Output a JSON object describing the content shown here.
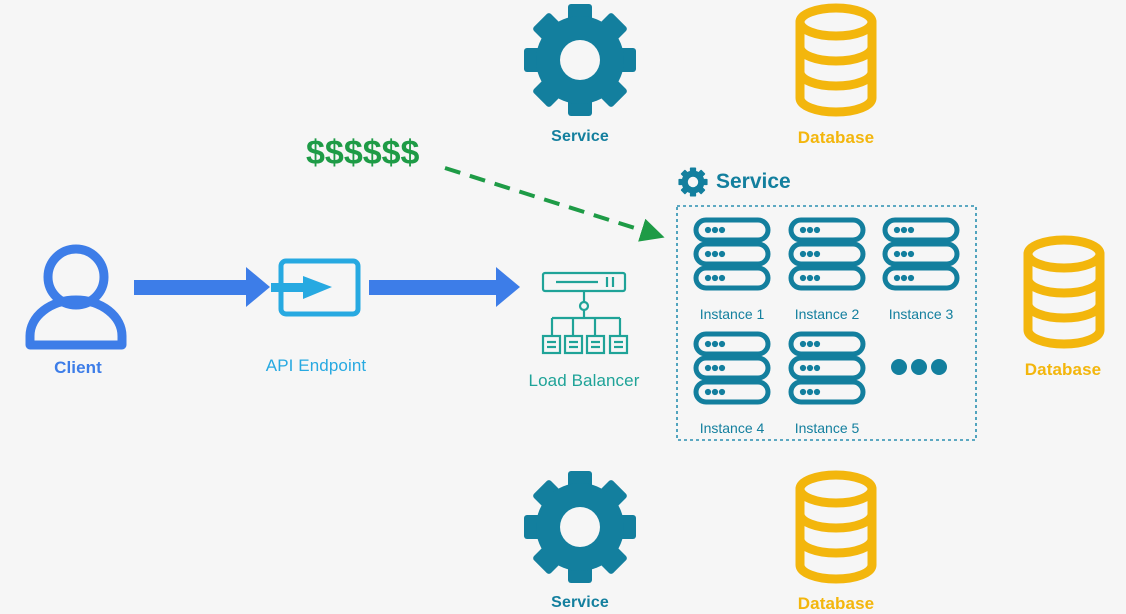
{
  "colors": {
    "background": "#f6f6f6",
    "client": "#3d7de8",
    "api": "#27a9e1",
    "flow_arrow": "#3d7de8",
    "load_balancer": "#1fa398",
    "service": "#137f9e",
    "database": "#f3b60d",
    "money": "#1e9b46"
  },
  "icons": {
    "client": "user-icon",
    "api": "api-endpoint-icon",
    "load_balancer": "load-balancer-icon",
    "service": "gear-icon",
    "database": "database-icon",
    "instance": "server-icon",
    "more": "ellipsis-icon"
  },
  "client": {
    "label": "Client"
  },
  "api": {
    "label": "API Endpoint"
  },
  "load_balancer": {
    "label": "Load Balancer"
  },
  "money": {
    "text": "$$$$$$"
  },
  "top": {
    "service_label": "Service",
    "database_label": "Database"
  },
  "bottom": {
    "service_label": "Service",
    "database_label": "Database"
  },
  "service_group": {
    "title": "Service",
    "instances": [
      {
        "label": "Instance 1"
      },
      {
        "label": "Instance 2"
      },
      {
        "label": "Instance 3"
      },
      {
        "label": "Instance 4"
      },
      {
        "label": "Instance 5"
      }
    ]
  },
  "side_database": {
    "label": "Database"
  }
}
